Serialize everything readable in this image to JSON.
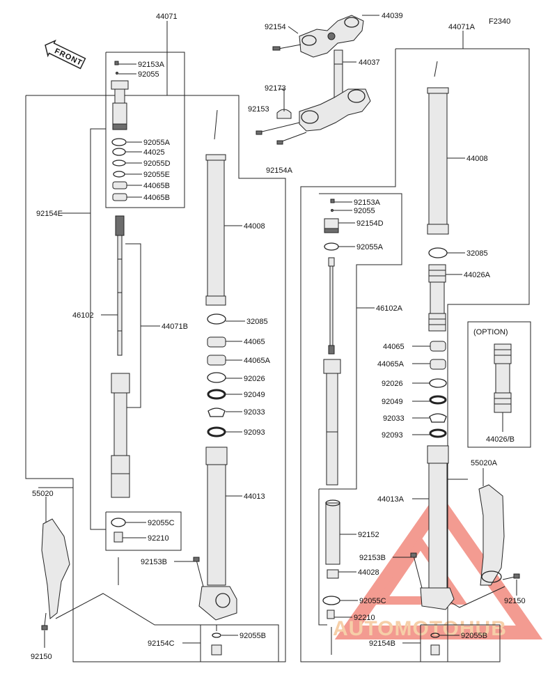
{
  "diagram_code": "F2340",
  "front_label": "FRONT",
  "option_label": "(OPTION)",
  "watermark": "AUTOMOTOHUB",
  "watermark_colors": {
    "accent": "#f28a7e",
    "text_left": "#f5c79a",
    "text_right": "#5a5a5a"
  },
  "labels": {
    "l44071": "44071",
    "l44071A": "44071A",
    "l44039": "44039",
    "l92154_top": "92154",
    "l44037": "44037",
    "l92173": "92173",
    "l92153_top": "92153",
    "l92154A": "92154A",
    "lL92153A": "92153A",
    "lL92055": "92055",
    "lL92055A": "92055A",
    "lL44025": "44025",
    "lL92055D": "92055D",
    "lL92055E": "92055E",
    "lL44065B_1": "44065B",
    "lL44065B_2": "44065B",
    "lL92154E": "92154E",
    "lL46102": "46102",
    "lL44071B": "44071B",
    "lL44008": "44008",
    "lL32085": "32085",
    "lL44065": "44065",
    "lL44065A": "44065A",
    "lL92026": "92026",
    "lL92049": "92049",
    "lL92033": "92033",
    "lL92093": "92093",
    "lL44013": "44013",
    "lL55020": "55020",
    "lL92055C": "92055C",
    "lL92210": "92210",
    "lL92153B": "92153B",
    "lL92154C": "92154C",
    "lL92055B": "92055B",
    "lL92150": "92150",
    "lR92153A": "92153A",
    "lR92055": "92055",
    "lR92154D": "92154D",
    "lR92055A": "92055A",
    "lR46102A": "46102A",
    "lR44065": "44065",
    "lR44065A": "44065A",
    "lR92026": "92026",
    "lR92049": "92049",
    "lR92033": "92033",
    "lR92093": "92093",
    "lR44013A": "44013A",
    "lR92152": "92152",
    "lR92153B": "92153B",
    "lR44028": "44028",
    "lR92055C": "92055C",
    "lR92210": "92210",
    "lR92154B": "92154B",
    "lR92055B": "92055B",
    "lR44008": "44008",
    "lR32085": "32085",
    "lR44026A": "44026A",
    "lR44026B": "44026/B",
    "lR55020A": "55020A",
    "lR92150": "92150"
  }
}
